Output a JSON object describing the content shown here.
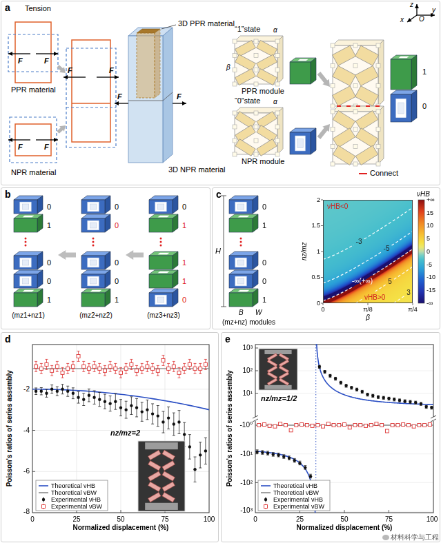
{
  "diagram": {
    "nodes": [
      {
        "text": [
          "a"
        ]
      },
      {
        "text": [
          "b"
        ]
      },
      {
        "text": [
          "c"
        ]
      },
      {
        "text": [
          "d"
        ]
      },
      {
        "text": [
          "e"
        ]
      }
    ],
    "labels": [
      "Tension",
      "F",
      "F",
      "PPR material",
      "F",
      "F",
      "NPR material",
      "F",
      "F",
      "3D PPR material",
      "F",
      "F",
      "3D NPR material",
      "“1”state",
      "α",
      "β",
      "PPR module",
      "“0”state",
      "α",
      "NPR module",
      "1",
      "0",
      "Connect",
      "z",
      "O",
      "x",
      "y",
      "0",
      "1",
      "0",
      "0",
      "1",
      "(mz1+nz1)",
      "0",
      "0",
      "0",
      "0",
      "1",
      "(mz2+nz2)",
      "0",
      "1",
      "1",
      "1",
      "0",
      "(mz3+nz3)",
      "0",
      "1",
      "0",
      "0",
      "1",
      "H",
      "B",
      "W",
      "(mz+nz) modules",
      "-3",
      "-5",
      "-∞(+∞)",
      "5",
      "3",
      "νHB<0",
      "νHB>0",
      "nz/mz",
      "0",
      "0.5",
      "1",
      "1.5",
      "2",
      "0",
      "π/8",
      "π/4",
      "β",
      "νHB",
      "+∞",
      "15",
      "10",
      "5",
      "0",
      "-5",
      "-10",
      "-15",
      "-∞",
      "Poisson's ratios of series assembly",
      "-2",
      "-4",
      "-6",
      "-8",
      "0",
      "25",
      "50",
      "75",
      "100",
      "Normalized displacement (%)",
      "nz/mz=2",
      "Poisson's ratios of series assembly",
      "10³",
      "10²",
      "10¹",
      "-10⁰",
      "-10¹",
      "-10²",
      "-10³",
      "0",
      "25",
      "50",
      "75",
      "100",
      "Normalized displacement (%)",
      "nz/mz=1/2",
      "材料科学与工程"
    ],
    "legend": [
      {
        "text": "Theoretical νHB"
      },
      {
        "text": "Theoretical νBW"
      },
      {
        "text": "Experimental νHB"
      },
      {
        "text": "Experimental νBW"
      },
      {
        "text": "Theoretical νHB"
      },
      {
        "text": "Theoretical νBW"
      },
      {
        "text": "Experimental νHB"
      },
      {
        "text": "Experimental νBW"
      }
    ]
  }
}
